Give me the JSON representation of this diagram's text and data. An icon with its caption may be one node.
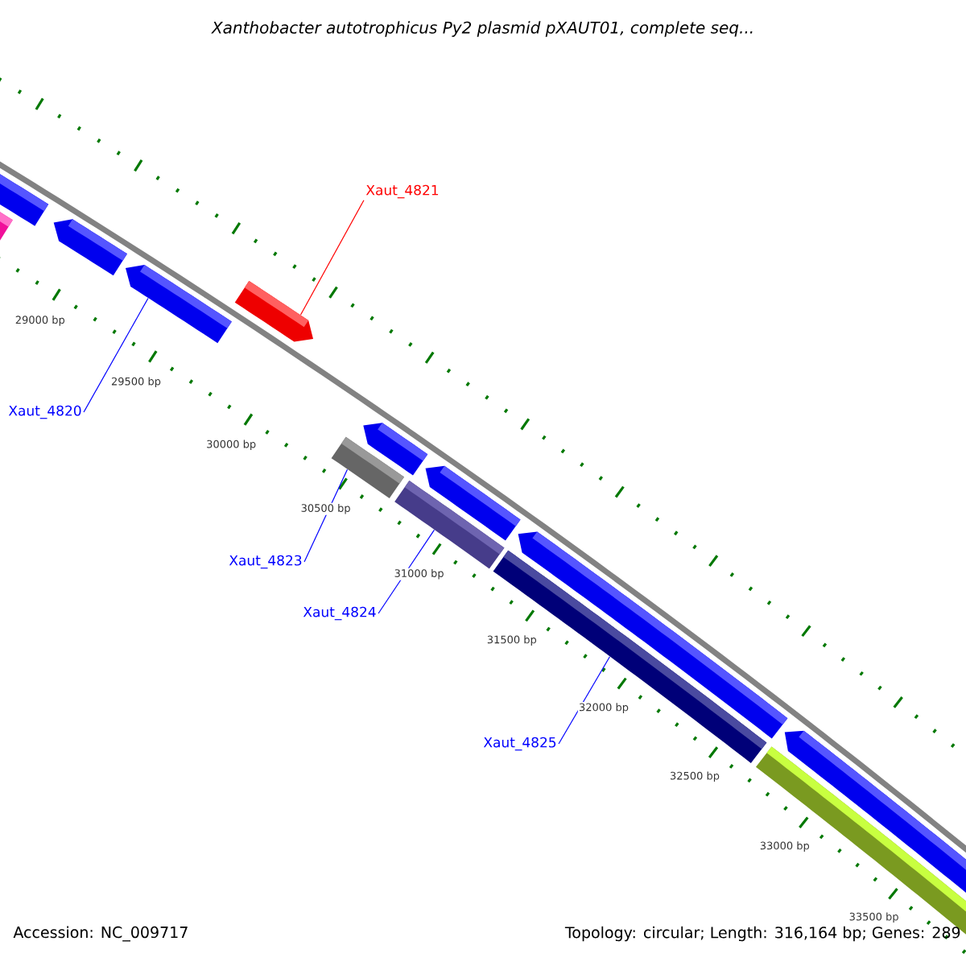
{
  "diagram": {
    "title": "Xanthobacter autotrophicus Py2 plasmid pXAUT01, complete seq...",
    "nodes": [
      {
        "text": [
          "Xaut_4821"
        ]
      },
      {
        "text": [],
        "shape": "bar"
      },
      {
        "text": [
          "Xaut_4820"
        ]
      },
      {
        "text": [],
        "shape": "bar"
      },
      {
        "text": [
          "Xaut_4823"
        ]
      },
      {
        "text": [],
        "shape": "bar"
      },
      {
        "text": [
          "Xaut_4824"
        ]
      },
      {
        "text": [],
        "shape": "bar"
      },
      {
        "text": [
          "Xaut_4825"
        ]
      },
      {
        "text": [],
        "shape": "bar"
      }
    ],
    "edges": [
      {
        "from": 0,
        "to": 1,
        "arrow": "none",
        "color": "#ff0000"
      },
      {
        "from": 2,
        "to": 3,
        "arrow": "none"
      },
      {
        "from": 4,
        "to": 5,
        "arrow": "none"
      },
      {
        "from": 6,
        "to": 7,
        "arrow": "none"
      },
      {
        "from": 8,
        "to": 9,
        "arrow": "none"
      }
    ],
    "labels": [
      "29000 bp",
      "29500 bp",
      "30000 bp",
      "30500 bp",
      "31000 bp",
      "31500 bp",
      "32000 bp",
      "32500 bp",
      "33000 bp",
      "33500 bp",
      "Accession: NC_009717",
      "Topology: circular; Length: 316,164 bp; Genes: 289"
    ]
  }
}
